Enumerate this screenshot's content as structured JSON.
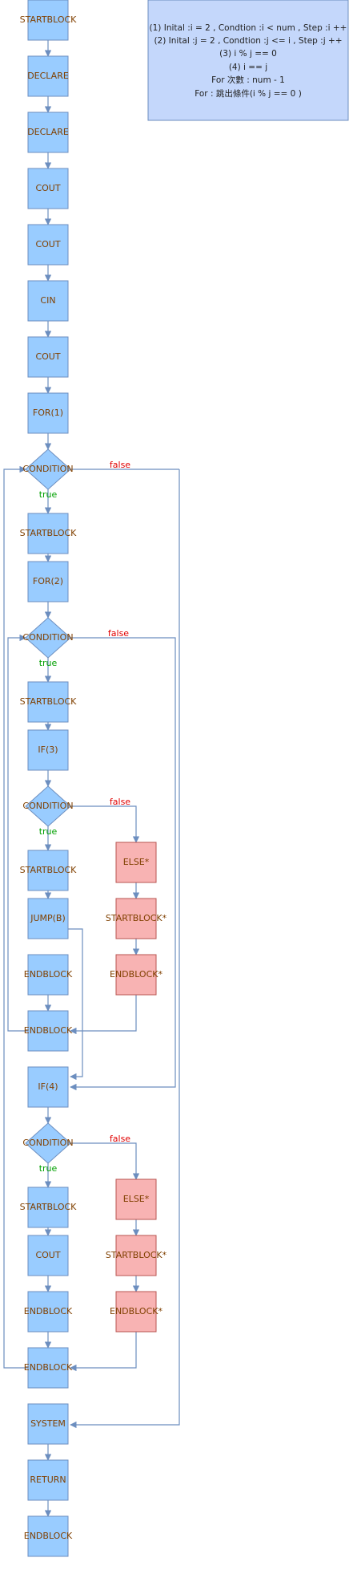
{
  "notes": [
    "(1)  Inital :i = 2  , Condtion :i < num , Step :i ++",
    "(2)  Inital :j = 2  , Condtion :j <= i , Step :j ++",
    "(3) i % j == 0",
    "(4) i == j",
    "For 次數 : num - 1",
    "For : 跳出條件(i % j == 0 )"
  ],
  "labels": {
    "true": "true",
    "false": "false"
  },
  "nodes": [
    {
      "id": "n1",
      "label": "STARTBLOCK"
    },
    {
      "id": "n2",
      "label": "DECLARE"
    },
    {
      "id": "n3",
      "label": "DECLARE"
    },
    {
      "id": "n4",
      "label": "COUT"
    },
    {
      "id": "n5",
      "label": "COUT"
    },
    {
      "id": "n6",
      "label": "CIN"
    },
    {
      "id": "n7",
      "label": "COUT"
    },
    {
      "id": "n8",
      "label": "FOR(1)"
    },
    {
      "id": "c1",
      "label": "CONDITION"
    },
    {
      "id": "n9",
      "label": "STARTBLOCK"
    },
    {
      "id": "n10",
      "label": "FOR(2)"
    },
    {
      "id": "c2",
      "label": "CONDITION"
    },
    {
      "id": "n11",
      "label": "STARTBLOCK"
    },
    {
      "id": "n12",
      "label": "IF(3)"
    },
    {
      "id": "c3",
      "label": "CONDITION"
    },
    {
      "id": "n13",
      "label": "STARTBLOCK"
    },
    {
      "id": "e1",
      "label": "ELSE*"
    },
    {
      "id": "n14",
      "label": "JUMP(B)"
    },
    {
      "id": "e2",
      "label": "STARTBLOCK*"
    },
    {
      "id": "n15",
      "label": "ENDBLOCK"
    },
    {
      "id": "e3",
      "label": "ENDBLOCK*"
    },
    {
      "id": "n16",
      "label": "ENDBLOCK"
    },
    {
      "id": "n17",
      "label": "IF(4)"
    },
    {
      "id": "c4",
      "label": "CONDITION"
    },
    {
      "id": "n18",
      "label": "STARTBLOCK"
    },
    {
      "id": "e4",
      "label": "ELSE*"
    },
    {
      "id": "n19",
      "label": "COUT"
    },
    {
      "id": "e5",
      "label": "STARTBLOCK*"
    },
    {
      "id": "n20",
      "label": "ENDBLOCK"
    },
    {
      "id": "e6",
      "label": "ENDBLOCK*"
    },
    {
      "id": "n21",
      "label": "ENDBLOCK"
    },
    {
      "id": "n22",
      "label": "SYSTEM"
    },
    {
      "id": "n23",
      "label": "RETURN"
    },
    {
      "id": "n24",
      "label": "ENDBLOCK"
    }
  ]
}
